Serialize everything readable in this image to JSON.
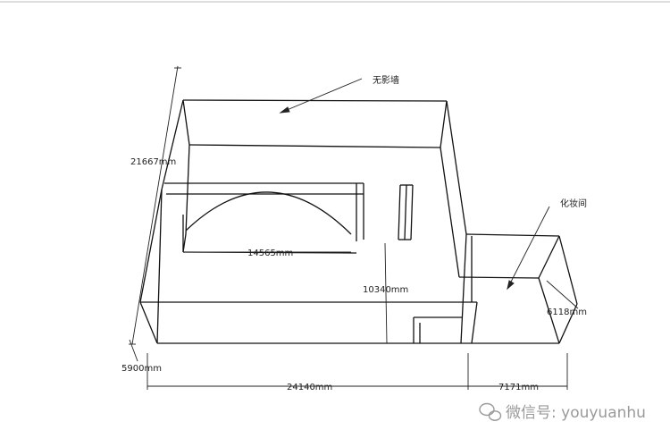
{
  "labels": {
    "shadowless_wall": "无影墙",
    "makeup_room": "化妆间"
  },
  "dimensions": {
    "height": "21667mm",
    "arch_width": "14565mm",
    "depth": "10340mm",
    "makeup_depth": "6118mm",
    "left_small": "5900mm",
    "front_length": "24140mm",
    "makeup_length": "7171mm"
  },
  "watermark": {
    "text": "微信号: youyuanhu",
    "icon": "wechat-icon"
  }
}
